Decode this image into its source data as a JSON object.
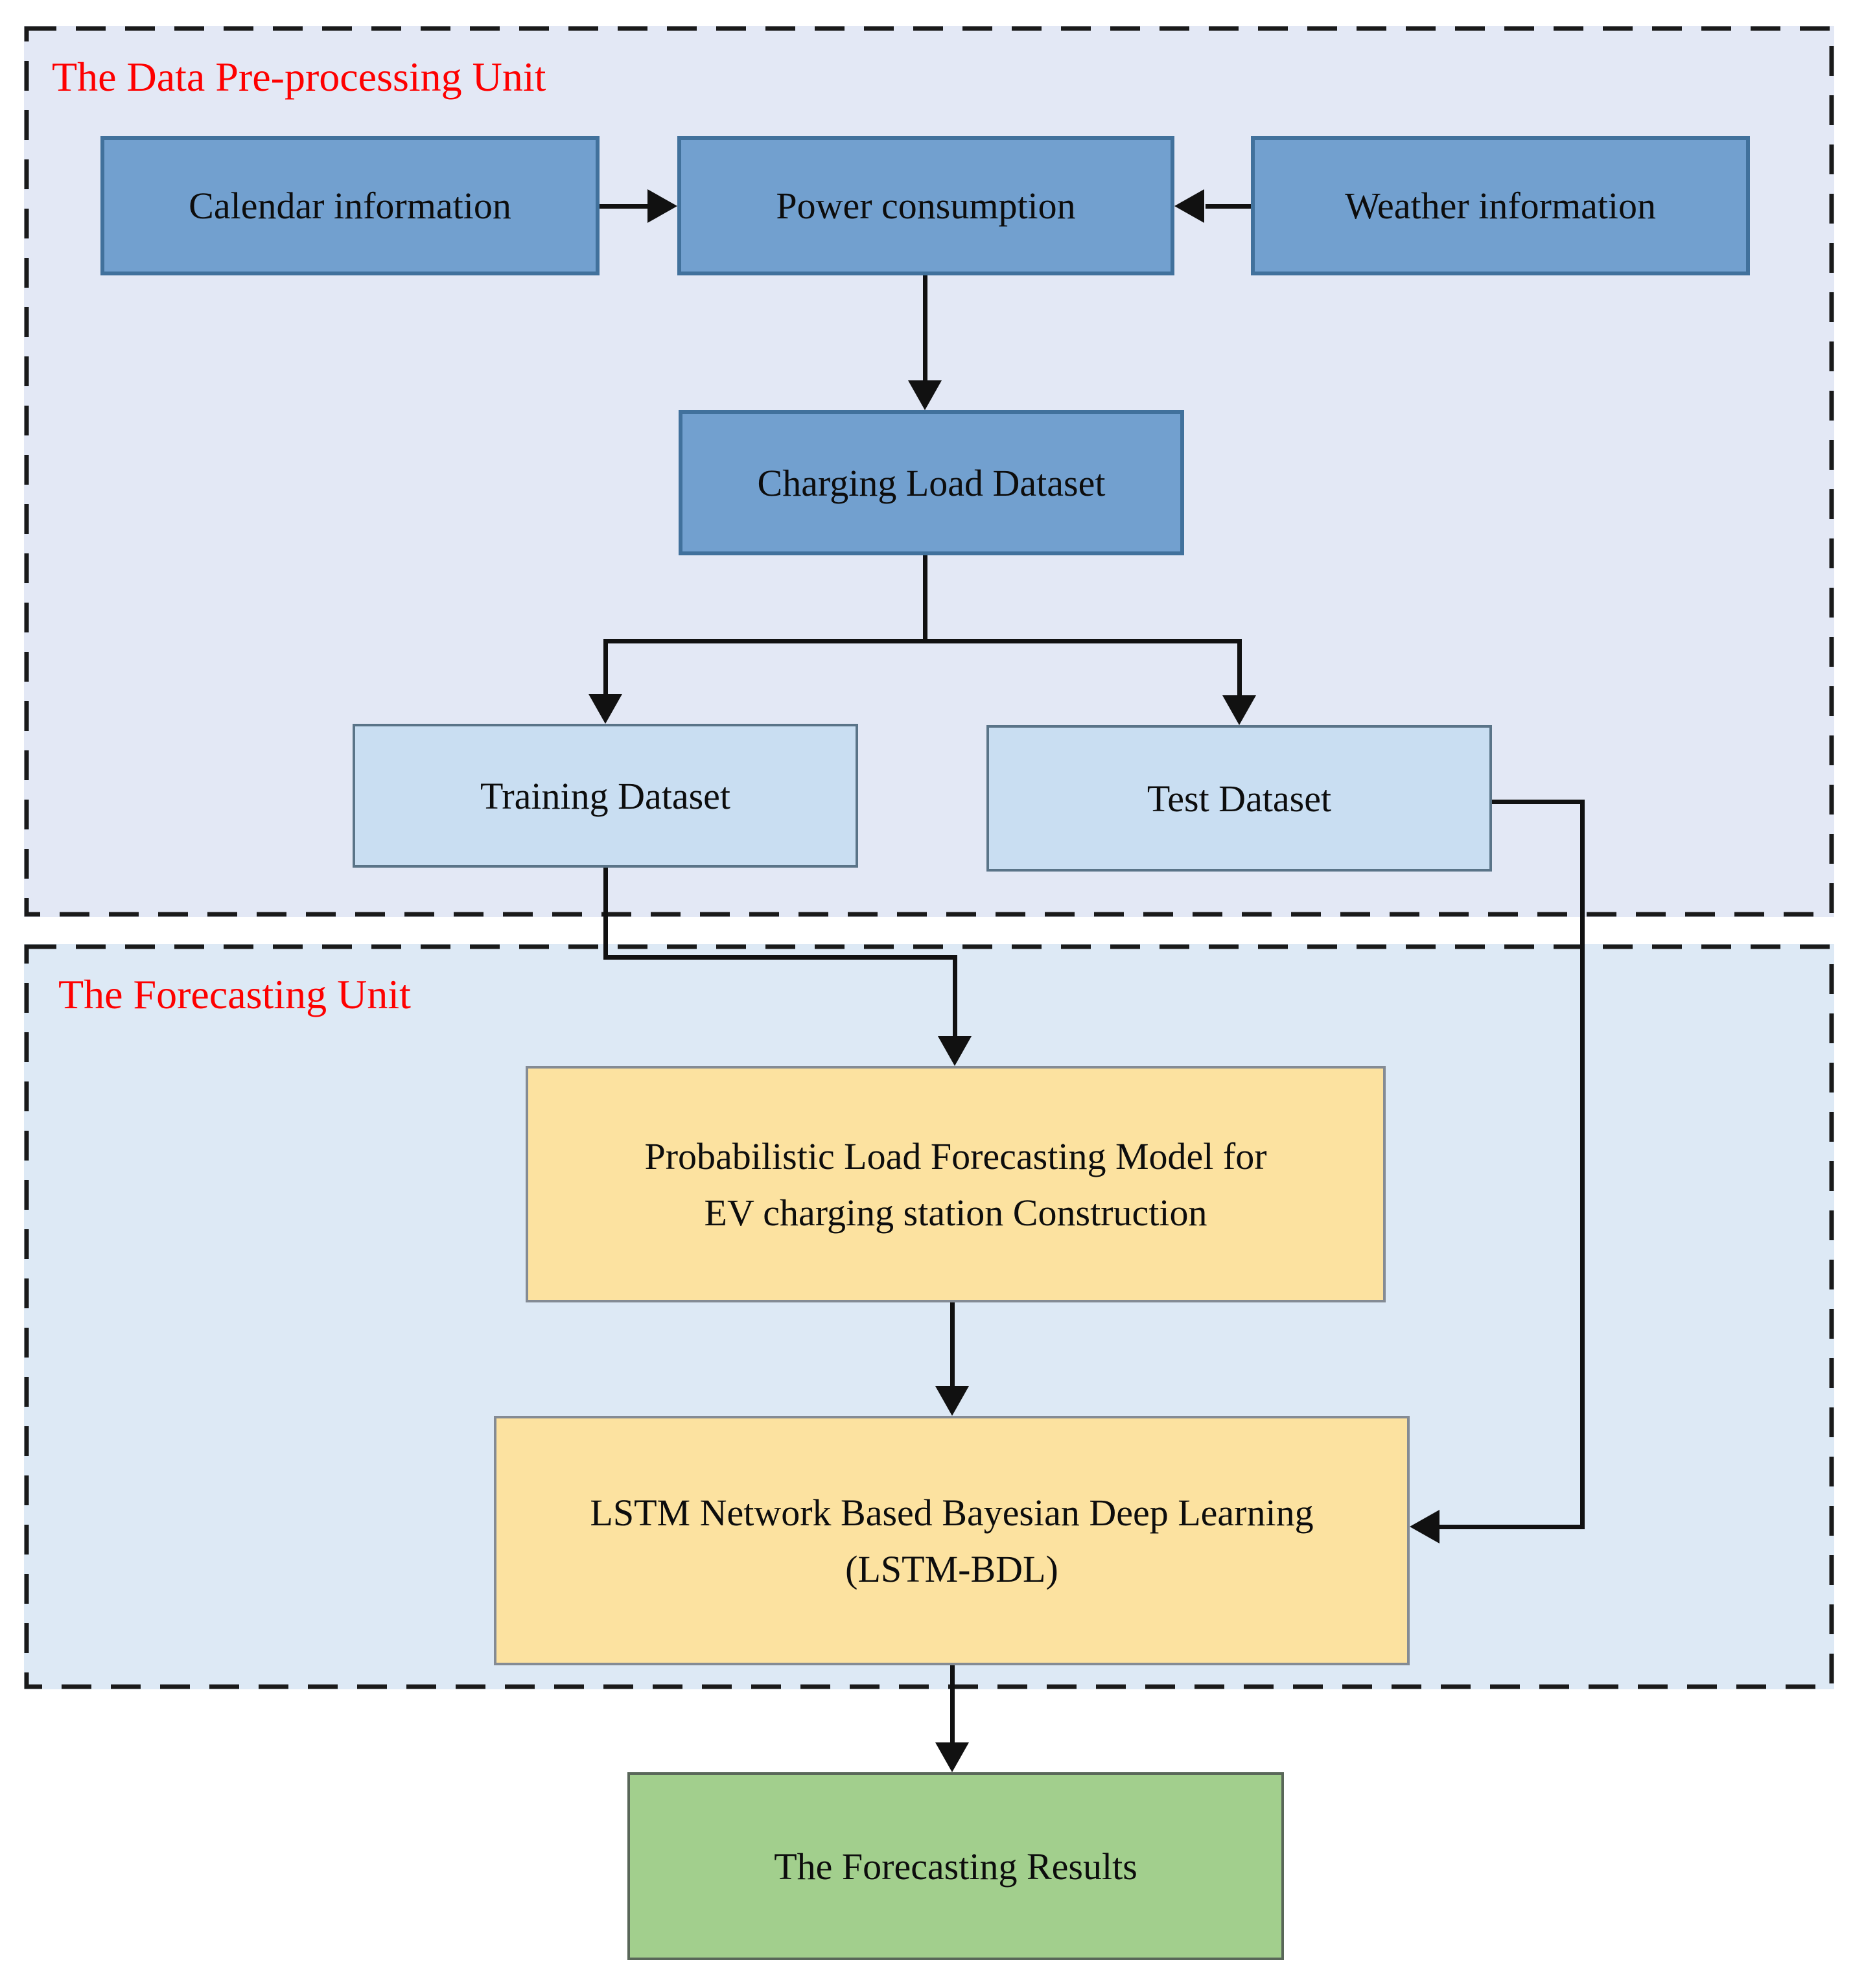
{
  "units": {
    "preprocessing": {
      "label": "The Data Pre-processing Unit"
    },
    "forecasting": {
      "label": "The Forecasting Unit"
    }
  },
  "nodes": {
    "calendar": {
      "label": "Calendar information"
    },
    "power": {
      "label": "Power consumption"
    },
    "weather": {
      "label": "Weather information"
    },
    "charging": {
      "label": "Charging Load Dataset"
    },
    "training": {
      "label": "Training Dataset"
    },
    "test": {
      "label": "Test Dataset"
    },
    "probabilistic": {
      "line1": "Probabilistic Load Forecasting Model for",
      "line2": "EV charging station Construction"
    },
    "lstm": {
      "line1": "LSTM Network Based Bayesian Deep Learning",
      "line2": "(LSTM-BDL)"
    },
    "results": {
      "label": "The Forecasting Results"
    }
  },
  "colors": {
    "unit_label": "#fe0000",
    "unit1_bg": "#e3e8f5",
    "unit2_bg": "#dde9f5",
    "blue_fill": "#72a0cf",
    "blue_border": "#41719c",
    "lightblue_fill": "#c9def2",
    "lightblue_border": "#5a7488",
    "yellow_fill": "#fce2a0",
    "yellow_border": "#848b94",
    "green_fill": "#a2cf8d",
    "green_border": "#596759",
    "line": "#111111"
  }
}
